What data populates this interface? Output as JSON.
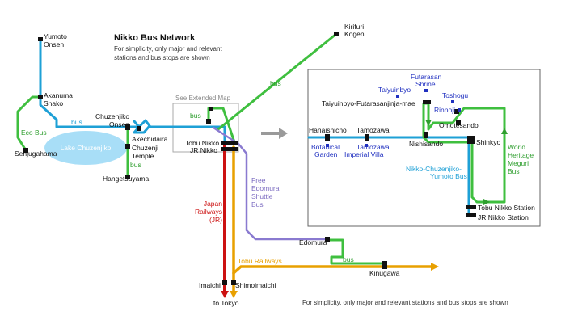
{
  "title": "Nikko Bus Network",
  "subtitle_lines": [
    "For simplicity, only major and relevant",
    "stations and bus stops are shown"
  ],
  "footer_note": "For simplicity, only major and relevant stations and bus stops are shown",
  "extended_map_label": "See Extended Map",
  "to_tokyo": "to Tokyo",
  "colors": {
    "bus_blue": "#1ea0d6",
    "bus_green": "#3fbf3f",
    "jr_red": "#cc1111",
    "tobu_orange": "#e8a000",
    "shuttle_purple": "#8a7ad0",
    "lake": "#a8def7",
    "blue_text": "#2030c0"
  },
  "line_labels": {
    "bus_main": "bus",
    "bus_kirifuri": "bus",
    "bus_box": "bus",
    "bus_kinugawa": "bus",
    "eco_bus": "Eco Bus",
    "jr": [
      "Japan",
      "Railways",
      "(JR)"
    ],
    "shuttle": [
      "Free",
      "Edomura",
      "Shuttle",
      "Bus"
    ],
    "tobu": "Tobu Railways"
  },
  "lake_name": "Lake Chuzenjiko",
  "stations": {
    "yumoto": [
      "Yumoto",
      "Onsen"
    ],
    "akanuma": [
      "Akanuma",
      "Shako"
    ],
    "senjugahama": "Senjugahama",
    "chuzenjiko": [
      "Chuzenjiko",
      "Onsen"
    ],
    "akechidaira": "Akechidaira",
    "chuzenji_temple": [
      "Chuzenji",
      "Temple"
    ],
    "hangetsuyama": "Hangetsuyama",
    "kirifuri": [
      "Kirifuri",
      "Kogen"
    ],
    "tobu_nikko": "Tobu Nikko",
    "jr_nikko": "JR Nikko",
    "edomura": "Edomura",
    "kinugawa": "Kinugawa",
    "imaichi": "Imaichi",
    "shimoimaichi": "Shimoimaichi"
  },
  "inset": {
    "futarasan_shrine": [
      "Futarasan",
      "Shrine"
    ],
    "taiyuinbyo": "Taiyuinbyo",
    "toshogu": "Toshogu",
    "taiyuinbyo_futarasanjinja_mae": "Taiyuinbyo-Futarasanjinja-mae",
    "rinnoji": "Rinnoji",
    "omotesando": "Omotesando",
    "hanaishicho": "Hanaishicho",
    "tamozawa": "Tamozawa",
    "botanical_garden": [
      "Botanical",
      "Garden"
    ],
    "tamozawa_villa": [
      "Tamozawa",
      "Imperial Villa"
    ],
    "nishisando": "Nishisando",
    "shinkyo": "Shinkyo",
    "meguri_bus": [
      "World",
      "Heritage",
      "Meguri",
      "Bus"
    ],
    "yumoto_bus": [
      "Nikko-Chuzenjiko-",
      "Yumoto Bus"
    ],
    "tobu_nikko_station": "Tobu Nikko Station",
    "jr_nikko_station": "JR Nikko Station"
  }
}
